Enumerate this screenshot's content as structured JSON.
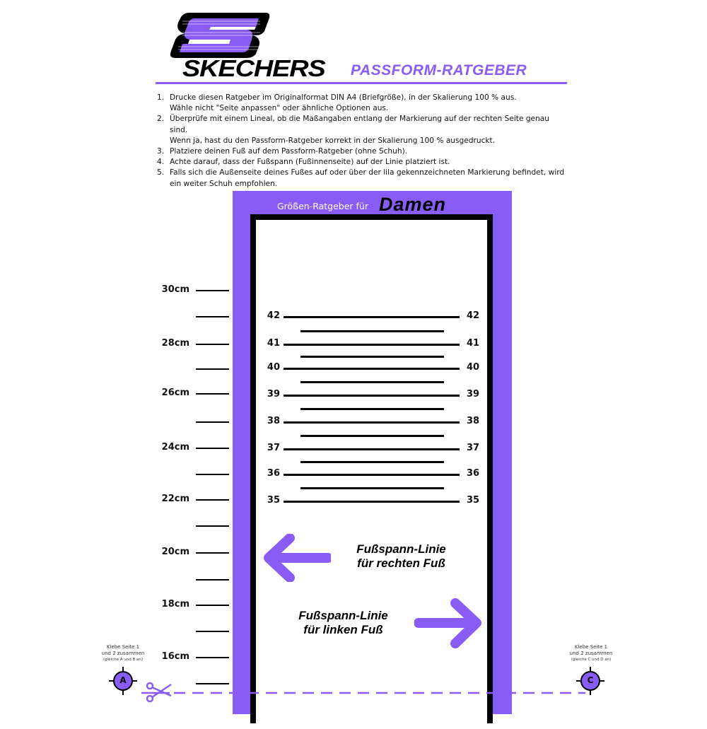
{
  "header": {
    "brand": "SKECHERS",
    "title": "PASSFORM-RATGEBER",
    "accent_color": "#8a5cf6"
  },
  "instructions": [
    {
      "num": "1.",
      "lines": [
        "Drucke diesen Ratgeber im Originalformat DIN A4 (Briefgröße), in der Skalierung 100 % aus.",
        "Wähle nicht \"Seite anpassen\" oder ähnliche Optionen aus."
      ]
    },
    {
      "num": "2.",
      "lines": [
        "Überprüfe mit einem Lineal, ob die Maßangaben entlang der Markierung auf der rechten Seite genau sind.",
        "Wenn ja, hast du den Passform-Ratgeber korrekt in der Skalierung 100 % ausgedruckt."
      ]
    },
    {
      "num": "3.",
      "lines": [
        "Platziere deinen Fuß auf dem Passform-Ratgeber (ohne Schuh)."
      ]
    },
    {
      "num": "4.",
      "lines": [
        "Achte darauf, dass der Fußspann (Fußinnenseite) auf der Linie platziert ist."
      ]
    },
    {
      "num": "5.",
      "lines": [
        "Falls sich die Außenseite deines Fußes auf oder über der lila gekennzeichneten Markierung befindet, wird",
        "ein weiter Schuh empfohlen."
      ]
    }
  ],
  "guide": {
    "title": "Größen-Ratgeber für",
    "gender": "Damen",
    "ruler_labels": [
      "30cm",
      "28cm",
      "26cm",
      "24cm",
      "22cm",
      "20cm",
      "18cm",
      "16cm"
    ],
    "sizes": [
      "42",
      "41",
      "40",
      "39",
      "38",
      "37",
      "36",
      "35"
    ],
    "right_foot": [
      "Fußspann-Linie",
      "für rechten Fuß"
    ],
    "left_foot": [
      "Fußspann-Linie",
      "für linken Fuß"
    ]
  },
  "glue_left": {
    "line1": "Klebe Seite 1",
    "line2": "und 2 zusammen",
    "line3": "(gleiche A und B an)",
    "marker": "A"
  },
  "glue_right": {
    "line1": "Klebe Seite 1",
    "line2": "und 2 zusammen",
    "line3": "(gleiche C und D an)",
    "marker": "C"
  }
}
